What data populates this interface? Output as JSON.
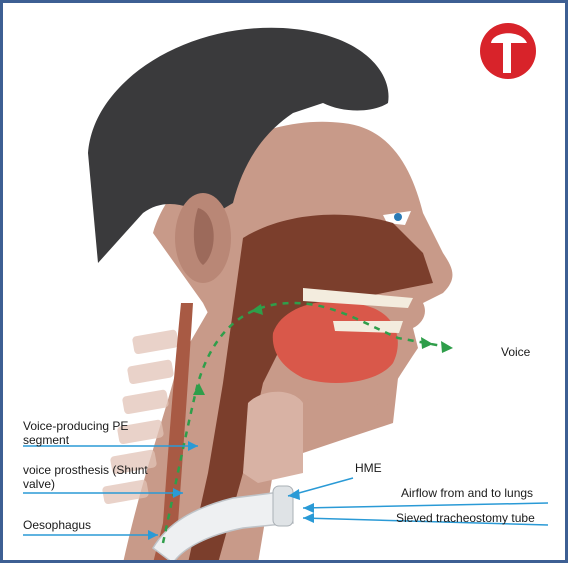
{
  "labels": {
    "voice": "Voice",
    "pe_segment": "Voice-producing PE segment",
    "voice_prosthesis": "voice prosthesis (Shunt valve)",
    "oesophagus": "Oesophagus",
    "hme": "HME",
    "airflow": "Airflow from and to lungs",
    "sieved_tube": "Sieved tracheostomy tube"
  },
  "colors": {
    "frame": "#3d5f93",
    "hair": "#3a3a3c",
    "skin": "#c89a89",
    "skin_shadow": "#a87766",
    "throat": "#7b3e2c",
    "tongue": "#d9584a",
    "leader_line": "#2a9ad6",
    "voice_arrows": "#2f9e4a",
    "logo_red": "#d8232a"
  },
  "icons": {
    "logo": "red-circle-logo-icon"
  }
}
